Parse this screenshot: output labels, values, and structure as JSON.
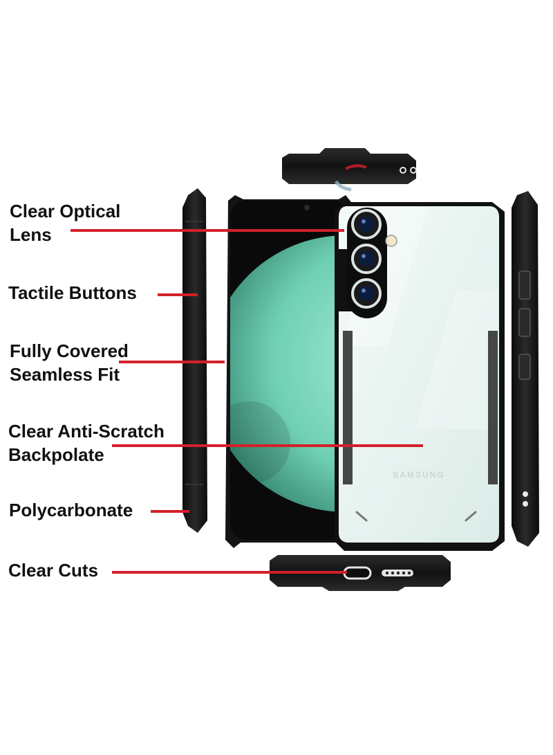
{
  "features": [
    {
      "id": "clear-optical-lens",
      "lines": [
        "Clear Optical",
        "Lens"
      ]
    },
    {
      "id": "tactile-buttons",
      "lines": [
        "Tactile Buttons"
      ]
    },
    {
      "id": "fully-covered-seamless-fit",
      "lines": [
        "Fully Covered",
        "Seamless Fit"
      ]
    },
    {
      "id": "clear-anti-scratch-backplate",
      "lines": [
        "Clear Anti-Scratch",
        "Backpolate"
      ]
    },
    {
      "id": "polycarbonate",
      "lines": [
        "Polycarbonate"
      ]
    },
    {
      "id": "clear-cuts",
      "lines": [
        "Clear Cuts"
      ]
    }
  ],
  "phone": {
    "brand_text": "SAMSUNG"
  },
  "colors": {
    "pointer_line": "#d3202a",
    "case_frame": "#1a1a1a",
    "back_glass": "#e6f2ef",
    "screen_green": "#7ed9bf"
  }
}
